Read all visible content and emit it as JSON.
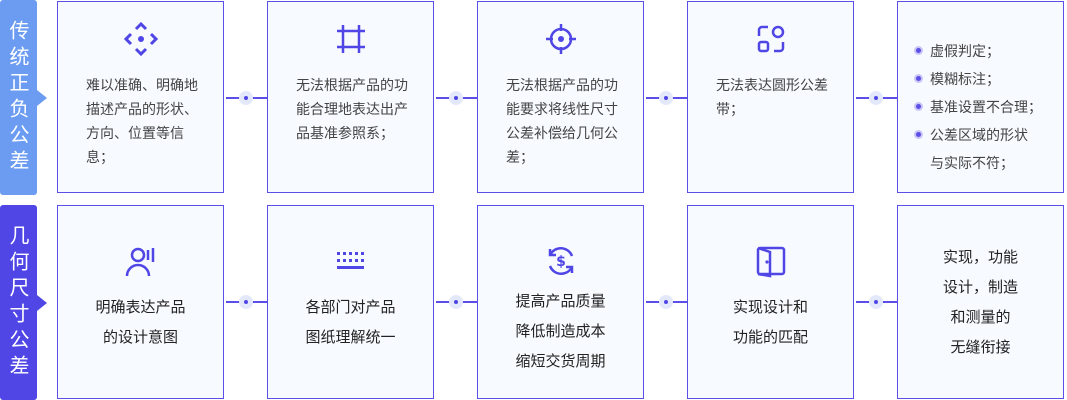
{
  "rows": [
    {
      "label": "传统正负公差",
      "cards": [
        {
          "icon": "diamond-target-icon",
          "text": "难以准确、明确地描述产品的形状、方向、位置等信息；"
        },
        {
          "icon": "frame-icon",
          "text": "无法根据产品的功能合理地表达出产品基准参照系；"
        },
        {
          "icon": "crosshair-icon",
          "text": "无法根据产品的功能要求将线性尺寸公差补偿给几何公差；"
        },
        {
          "icon": "shapes-icon",
          "text": "无法表达圆形公差带；"
        },
        {
          "items": [
            "虚假判定；",
            "模糊标注；",
            "基准设置不合理；",
            "公差区域的形状",
            "与实际不符；"
          ]
        }
      ]
    },
    {
      "label": "几何尺寸公差",
      "cards": [
        {
          "icon": "person-voice-icon",
          "lines": [
            "明确表达产品",
            "的设计意图"
          ]
        },
        {
          "icon": "keyboard-icon",
          "lines": [
            "各部门对产品",
            "图纸理解统一"
          ]
        },
        {
          "icon": "dollar-cycle-icon",
          "lines": [
            "提高产品质量",
            "降低制造成本",
            "缩短交货周期"
          ]
        },
        {
          "icon": "door-icon",
          "lines": [
            "实现设计和",
            "功能的匹配"
          ]
        },
        {
          "lines": [
            "实现，功能",
            "设计，制造",
            "和测量的",
            "无缝衔接"
          ]
        }
      ]
    }
  ],
  "colors": {
    "accent": "#5a4fe6",
    "label_top": "#6b9cf2",
    "label_bottom": "#4f46e5"
  }
}
